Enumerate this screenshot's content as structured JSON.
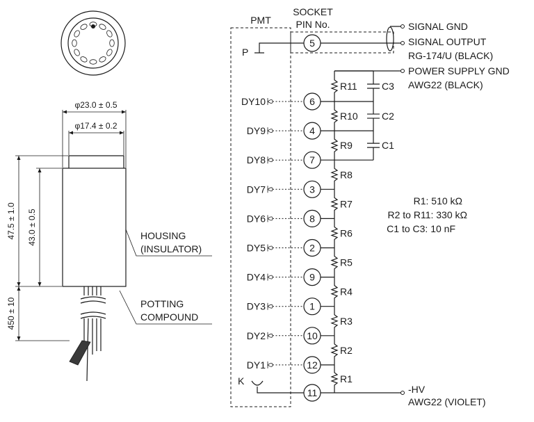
{
  "mechanical": {
    "outer_diameter": "φ23.0 ± 0.5",
    "inner_diameter": "φ17.4 ± 0.2",
    "total_length": "47.5 ± 1.0",
    "body_length": "43.0 ± 0.5",
    "lead_length": "450 ± 10",
    "housing_label_1": "HOUSING",
    "housing_label_2": "(INSULATOR)",
    "potting_label_1": "POTTING",
    "potting_label_2": "COMPOUND"
  },
  "schematic": {
    "pmt_label": "PMT",
    "socket_label_1": "SOCKET",
    "socket_label_2": "PIN No.",
    "anode_label": "P",
    "cathode_label": "K",
    "signal_gnd": "SIGNAL GND",
    "signal_output": "SIGNAL OUTPUT",
    "signal_cable": "RG-174/U (BLACK)",
    "power_gnd": "POWER SUPPLY GND",
    "power_gnd_wire": "AWG22 (BLACK)",
    "hv": "-HV",
    "hv_wire": "AWG22 (VIOLET)",
    "pins": [
      {
        "dynode": "DY10",
        "pin": "6"
      },
      {
        "dynode": "DY9",
        "pin": "4"
      },
      {
        "dynode": "DY8",
        "pin": "7"
      },
      {
        "dynode": "DY7",
        "pin": "3"
      },
      {
        "dynode": "DY6",
        "pin": "8"
      },
      {
        "dynode": "DY5",
        "pin": "2"
      },
      {
        "dynode": "DY4",
        "pin": "9"
      },
      {
        "dynode": "DY3",
        "pin": "1"
      },
      {
        "dynode": "DY2",
        "pin": "10"
      },
      {
        "dynode": "DY1",
        "pin": "12"
      }
    ],
    "anode_pin": "5",
    "cathode_pin": "11",
    "resistors": [
      "R11",
      "R10",
      "R9",
      "R8",
      "R7",
      "R6",
      "R5",
      "R4",
      "R3",
      "R2",
      "R1"
    ],
    "capacitors": [
      "C3",
      "C2",
      "C1"
    ],
    "values": {
      "line1": "R1: 510 kΩ",
      "line2": "R2 to R11: 330 kΩ",
      "line3": "C1 to C3: 10 nF"
    }
  }
}
